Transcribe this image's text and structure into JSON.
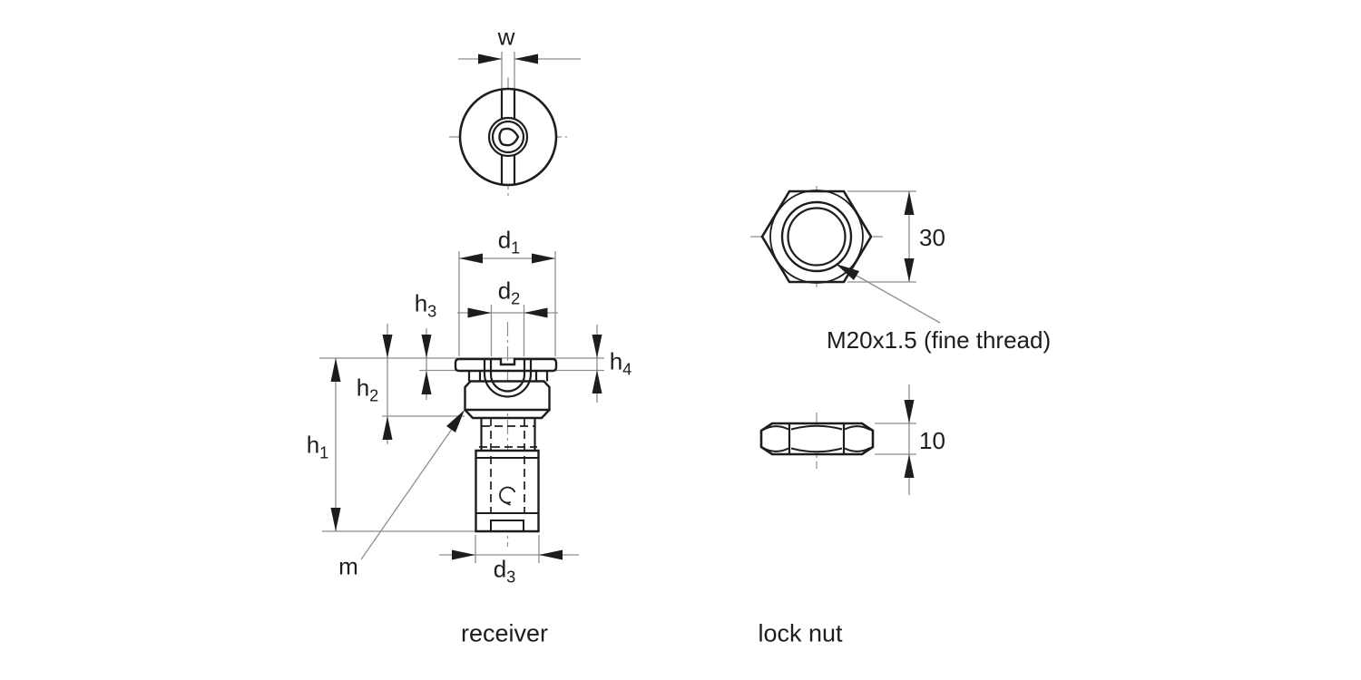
{
  "style": {
    "ink": "#1d1d1b",
    "thin_line": "#8e8e8e",
    "background": "#ffffff"
  },
  "dimension_labels": {
    "w": {
      "base": "w",
      "sub": ""
    },
    "d1": {
      "base": "d",
      "sub": "1"
    },
    "d2": {
      "base": "d",
      "sub": "2"
    },
    "d3": {
      "base": "d",
      "sub": "3"
    },
    "h1": {
      "base": "h",
      "sub": "1"
    },
    "h2": {
      "base": "h",
      "sub": "2"
    },
    "h3": {
      "base": "h",
      "sub": "3"
    },
    "h4": {
      "base": "h",
      "sub": "4"
    },
    "m": {
      "base": "m",
      "sub": ""
    }
  },
  "dimension_values": {
    "nut_width_across_flats": "30",
    "nut_thickness": "10"
  },
  "annotations": {
    "thread_spec": "M20x1.5 (fine thread)"
  },
  "captions": {
    "left_view": "receiver",
    "right_view": "lock nut"
  }
}
